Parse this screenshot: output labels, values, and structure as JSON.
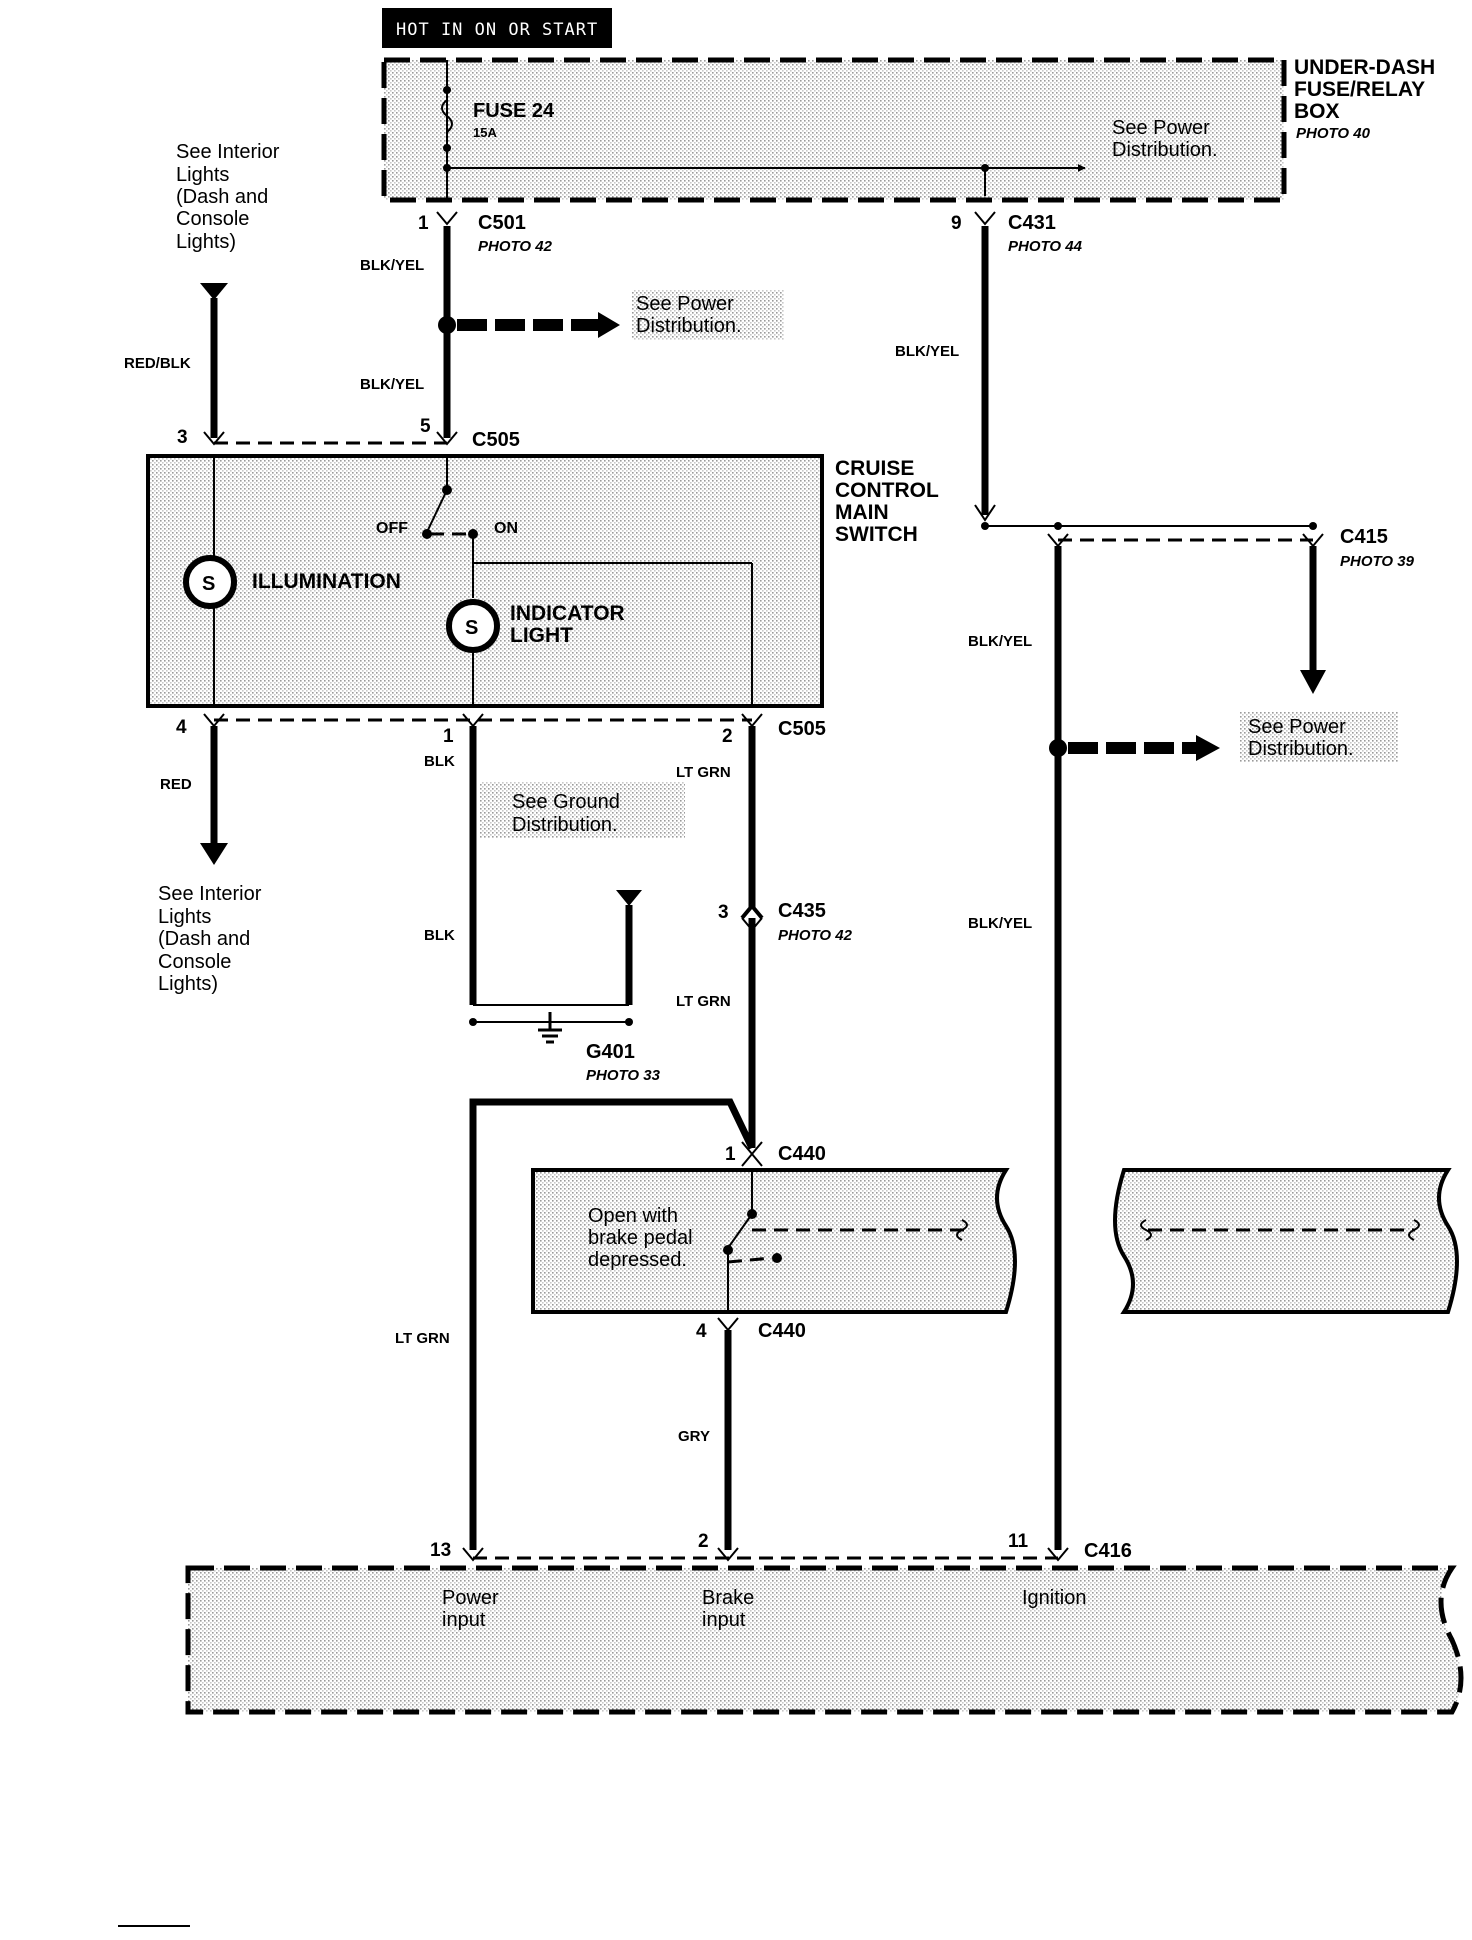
{
  "header": {
    "power_label": "HOT IN ON OR START"
  },
  "fuse_box": {
    "title_1": "UNDER-DASH",
    "title_2": "FUSE/RELAY",
    "title_3": "BOX",
    "photo": "PHOTO 40",
    "fuse_name": "FUSE 24",
    "fuse_rating": "15A",
    "note_1": "See Power",
    "note_2": "Distribution."
  },
  "connectors": {
    "c501": {
      "name": "C501",
      "pin": "1",
      "photo": "PHOTO 42"
    },
    "c431": {
      "name": "C431",
      "pin": "9",
      "photo": "PHOTO 44"
    },
    "c505_top": {
      "name": "C505",
      "pin_a": "3",
      "pin_b": "5"
    },
    "c505_bottom": {
      "name": "C505",
      "pin_a": "4",
      "pin_b": "1",
      "pin_c": "2"
    },
    "c415": {
      "name": "C415",
      "photo": "PHOTO 39"
    },
    "c435": {
      "name": "C435",
      "pin": "3",
      "photo": "PHOTO 42"
    },
    "g401": {
      "name": "G401",
      "photo": "PHOTO 33"
    },
    "c440_top": {
      "name": "C440",
      "pin": "1"
    },
    "c440_bottom": {
      "name": "C440",
      "pin": "4"
    },
    "c416": {
      "name": "C416",
      "pin_a": "13",
      "pin_b": "2",
      "pin_c": "11"
    }
  },
  "wires": {
    "blk_yel": "BLK/YEL",
    "red_blk": "RED/BLK",
    "red": "RED",
    "blk": "BLK",
    "lt_grn": "LT GRN",
    "gry": "GRY"
  },
  "notes": {
    "interior_top": [
      "See Interior",
      "Lights",
      "(Dash and",
      "Console",
      "Lights)"
    ],
    "interior_bottom": [
      "See Interior",
      "Lights",
      "(Dash and",
      "Console",
      "Lights)"
    ],
    "power_mid_1": "See Power",
    "power_mid_2": "Distribution.",
    "power_right_1": "See Power",
    "power_right_2": "Distribution.",
    "ground_1": "See Ground",
    "ground_2": "Distribution."
  },
  "main_switch": {
    "title_1": "CRUISE",
    "title_2": "CONTROL",
    "title_3": "MAIN",
    "title_4": "SWITCH",
    "illumination": "ILLUMINATION",
    "indicator_1": "INDICATOR",
    "indicator_2": "LIGHT",
    "off": "OFF",
    "on": "ON"
  },
  "brake_switch": {
    "note_1": "Open with",
    "note_2": "brake pedal",
    "note_3": "depressed."
  },
  "control_unit": {
    "input_a_1": "Power",
    "input_a_2": "input",
    "input_b_1": "Brake",
    "input_b_2": "input",
    "input_c": "Ignition"
  }
}
